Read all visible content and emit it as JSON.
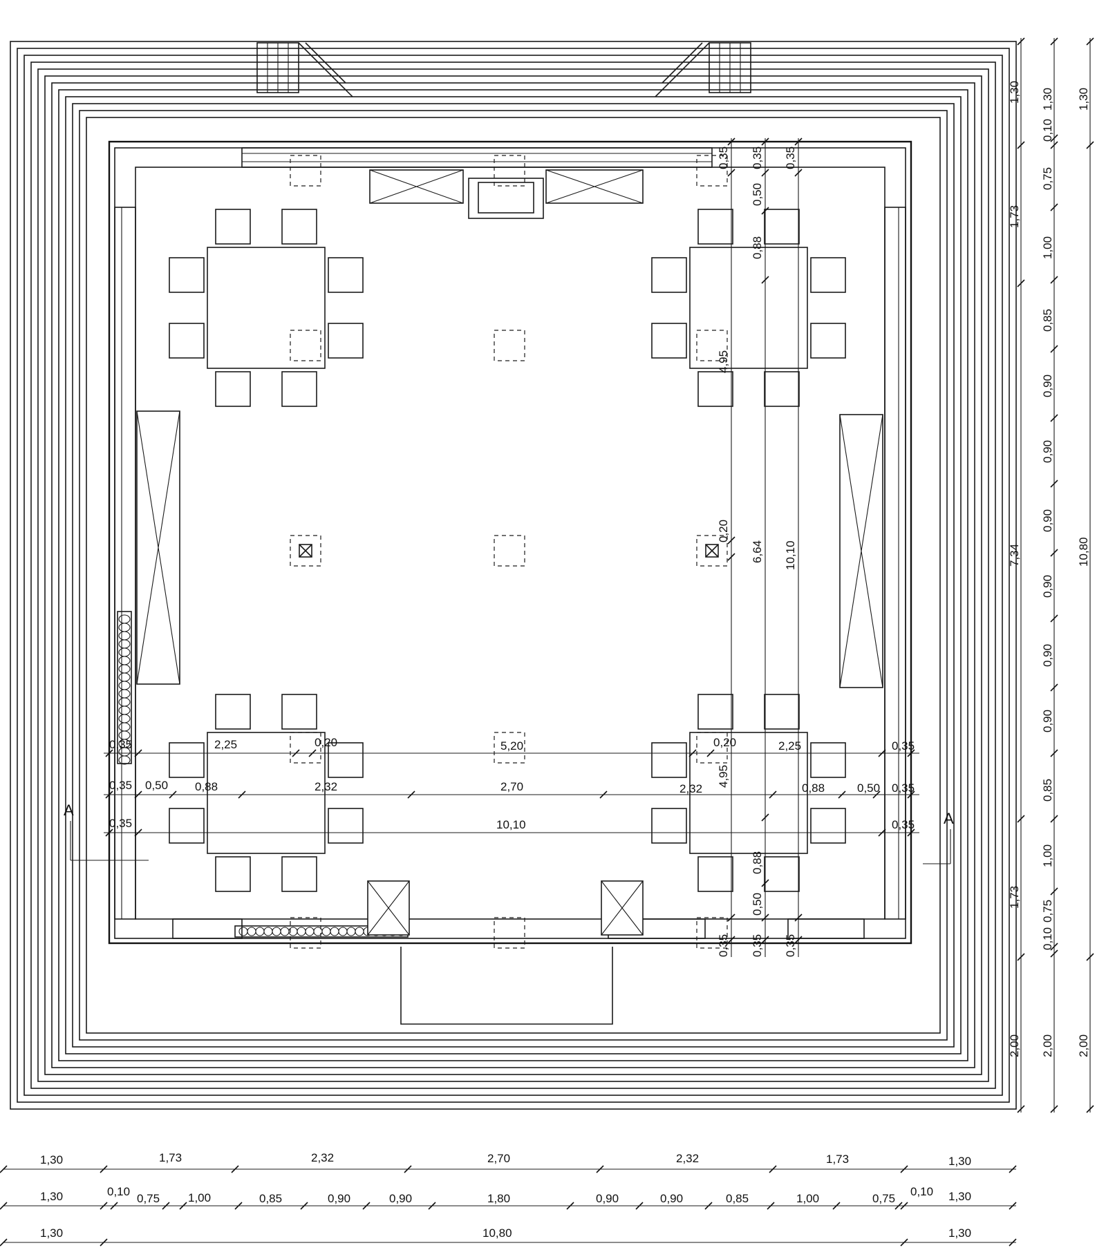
{
  "drawing": {
    "section_marker": "A",
    "bottom_dims": {
      "row1": [
        "1,30",
        "1,73",
        "2,32",
        "2,70",
        "2,32",
        "1,73",
        "1,30"
      ],
      "row2": [
        "1,30",
        "0,10",
        "0,75",
        "1,00",
        "0,85",
        "0,90",
        "0,90",
        "1,80",
        "0,90",
        "0,90",
        "0,85",
        "1,00",
        "0,75",
        "0,10",
        "1,30"
      ],
      "row3": [
        "1,30",
        "10,80",
        "1,30"
      ]
    },
    "right_dims": {
      "col1": [
        "1,30",
        "1,73",
        "7,34",
        "1,73",
        "2,00"
      ],
      "col2": [
        "1,30",
        "0,10",
        "0,75",
        "1,00",
        "0,85",
        "0,90",
        "0,90",
        "0,90",
        "0,90",
        "0,90",
        "0,90",
        "0,85",
        "1,00",
        "0,75",
        "0,10",
        "2,00"
      ],
      "col3": [
        "1,30",
        "10,80",
        "2,00"
      ]
    },
    "interior_h": {
      "line1": [
        "0,35",
        "2,25",
        "0,20",
        "5,20",
        "0,20",
        "2,25",
        "0,35"
      ],
      "line2": [
        "0,35",
        "0,50",
        "0,88",
        "2,32",
        "2,70",
        "2,32",
        "0,88",
        "0,50",
        "0,35"
      ],
      "line3": [
        "0,35",
        "10,10",
        "0,35"
      ]
    },
    "interior_v": {
      "col1": [
        "0,35",
        "4,95",
        "0,20",
        "4,95",
        "0,35"
      ],
      "col2": [
        "0,35",
        "0,50",
        "0,88",
        "6,64",
        "0,88",
        "0,50",
        "0,35"
      ],
      "col3": [
        "0,35",
        "10,10",
        "0,35"
      ]
    }
  }
}
